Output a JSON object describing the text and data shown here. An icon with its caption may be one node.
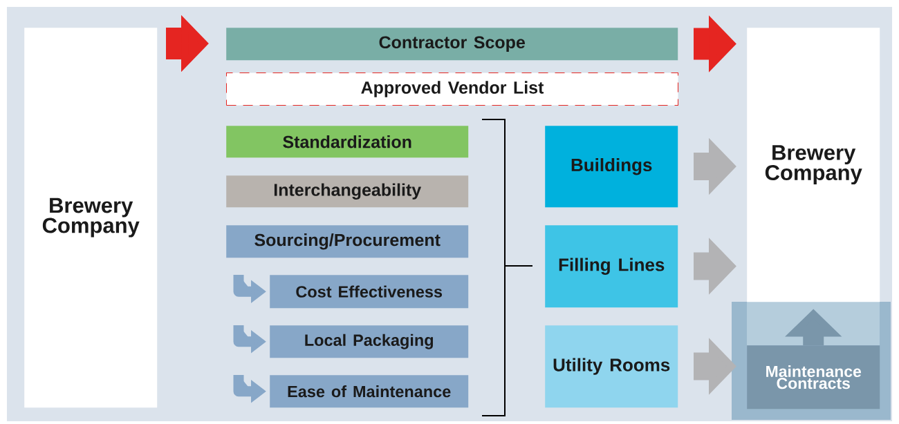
{
  "diagram": {
    "nodes": [
      {
        "text": [
          "Brewery Company"
        ]
      },
      {
        "text": [
          "Contractor Scope"
        ]
      },
      {
        "text": [
          "Approved Vendor List"
        ]
      },
      {
        "text": [
          "Standardization"
        ]
      },
      {
        "text": [
          "Interchangeability"
        ]
      },
      {
        "text": [
          "Sourcing/Procurement"
        ]
      },
      {
        "text": [
          "Cost Effectiveness"
        ]
      },
      {
        "text": [
          "Local Packaging"
        ]
      },
      {
        "text": [
          "Ease of Maintenance"
        ]
      },
      {
        "text": [
          "Buildings"
        ]
      },
      {
        "text": [
          "Filling Lines"
        ]
      },
      {
        "text": [
          "Utility Rooms"
        ]
      },
      {
        "text": [
          "Brewery Company"
        ]
      },
      {
        "text": [
          "Maintenance Contracts"
        ]
      }
    ],
    "edges": [
      {
        "from": 0,
        "to": 1,
        "arrow": "to",
        "color": "#e52521"
      },
      {
        "from": 1,
        "to": 12,
        "arrow": "to",
        "color": "#e52521"
      },
      {
        "from": null,
        "to": 6,
        "arrow": "to",
        "color": "#87a7c8"
      },
      {
        "from": null,
        "to": 7,
        "arrow": "to",
        "color": "#87a7c8"
      },
      {
        "from": null,
        "to": 8,
        "arrow": "to",
        "color": "#87a7c8"
      },
      {
        "from": 9,
        "to": 12,
        "arrow": "to",
        "color": "#b3b3b5"
      },
      {
        "from": 10,
        "to": 12,
        "arrow": "to",
        "color": "#b3b3b5"
      },
      {
        "from": 11,
        "to": 13,
        "arrow": "to",
        "color": "#b3b3b5"
      },
      {
        "from": 13,
        "to": 12,
        "arrow": "to",
        "color": "#7a96aa"
      }
    ]
  }
}
